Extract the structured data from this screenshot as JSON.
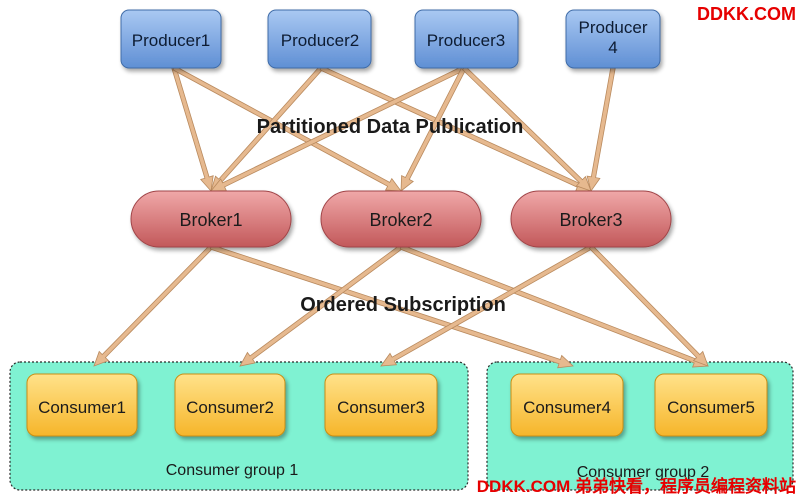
{
  "diagram": {
    "watermark_top": "DDKK.COM",
    "watermark_bottom": "DDKK.COM 弟弟快看，程序员编程资料站",
    "section_publication": "Partitioned Data Publication",
    "section_subscription": "Ordered Subscription",
    "producers": [
      {
        "id": "p1",
        "label": "Producer1"
      },
      {
        "id": "p2",
        "label": "Producer2"
      },
      {
        "id": "p3",
        "label": "Producer3"
      },
      {
        "id": "p4",
        "label": "Producer\n4"
      }
    ],
    "brokers": [
      {
        "id": "b1",
        "label": "Broker1"
      },
      {
        "id": "b2",
        "label": "Broker2"
      },
      {
        "id": "b3",
        "label": "Broker3"
      }
    ],
    "consumer_groups": [
      {
        "id": "g1",
        "label": "Consumer group 1"
      },
      {
        "id": "g2",
        "label": "Consumer group 2"
      }
    ],
    "consumers": [
      {
        "id": "c1",
        "label": "Consumer1",
        "group": "g1"
      },
      {
        "id": "c2",
        "label": "Consumer2",
        "group": "g1"
      },
      {
        "id": "c3",
        "label": "Consumer3",
        "group": "g1"
      },
      {
        "id": "c4",
        "label": "Consumer4",
        "group": "g2"
      },
      {
        "id": "c5",
        "label": "Consumer5",
        "group": "g2"
      }
    ],
    "edges": [
      {
        "from": "p1",
        "to": "b1"
      },
      {
        "from": "p1",
        "to": "b2"
      },
      {
        "from": "p2",
        "to": "b1"
      },
      {
        "from": "p2",
        "to": "b3"
      },
      {
        "from": "p3",
        "to": "b1"
      },
      {
        "from": "p3",
        "to": "b2"
      },
      {
        "from": "p3",
        "to": "b3"
      },
      {
        "from": "p4",
        "to": "b3"
      },
      {
        "from": "b1",
        "to": "c1"
      },
      {
        "from": "b1",
        "to": "c4"
      },
      {
        "from": "b2",
        "to": "c2"
      },
      {
        "from": "b2",
        "to": "c5"
      },
      {
        "from": "b3",
        "to": "c3"
      },
      {
        "from": "b3",
        "to": "c5"
      }
    ],
    "colors": {
      "producer_fill_top": "#a9c8f2",
      "producer_fill_bottom": "#5f8fd4",
      "producer_stroke": "#3f6ca8",
      "broker_fill_top": "#f0a8a8",
      "broker_fill_bottom": "#c2585a",
      "broker_stroke": "#a04548",
      "consumer_fill_top": "#ffe28a",
      "consumer_fill_bottom": "#f6b52a",
      "consumer_stroke": "#c98e12",
      "group_fill": "#7ff2d2",
      "group_stroke": "#2a2a2a",
      "arrow": "#e6b98f",
      "arrow_stroke": "#b98a5e",
      "watermark": "#e60000"
    }
  }
}
